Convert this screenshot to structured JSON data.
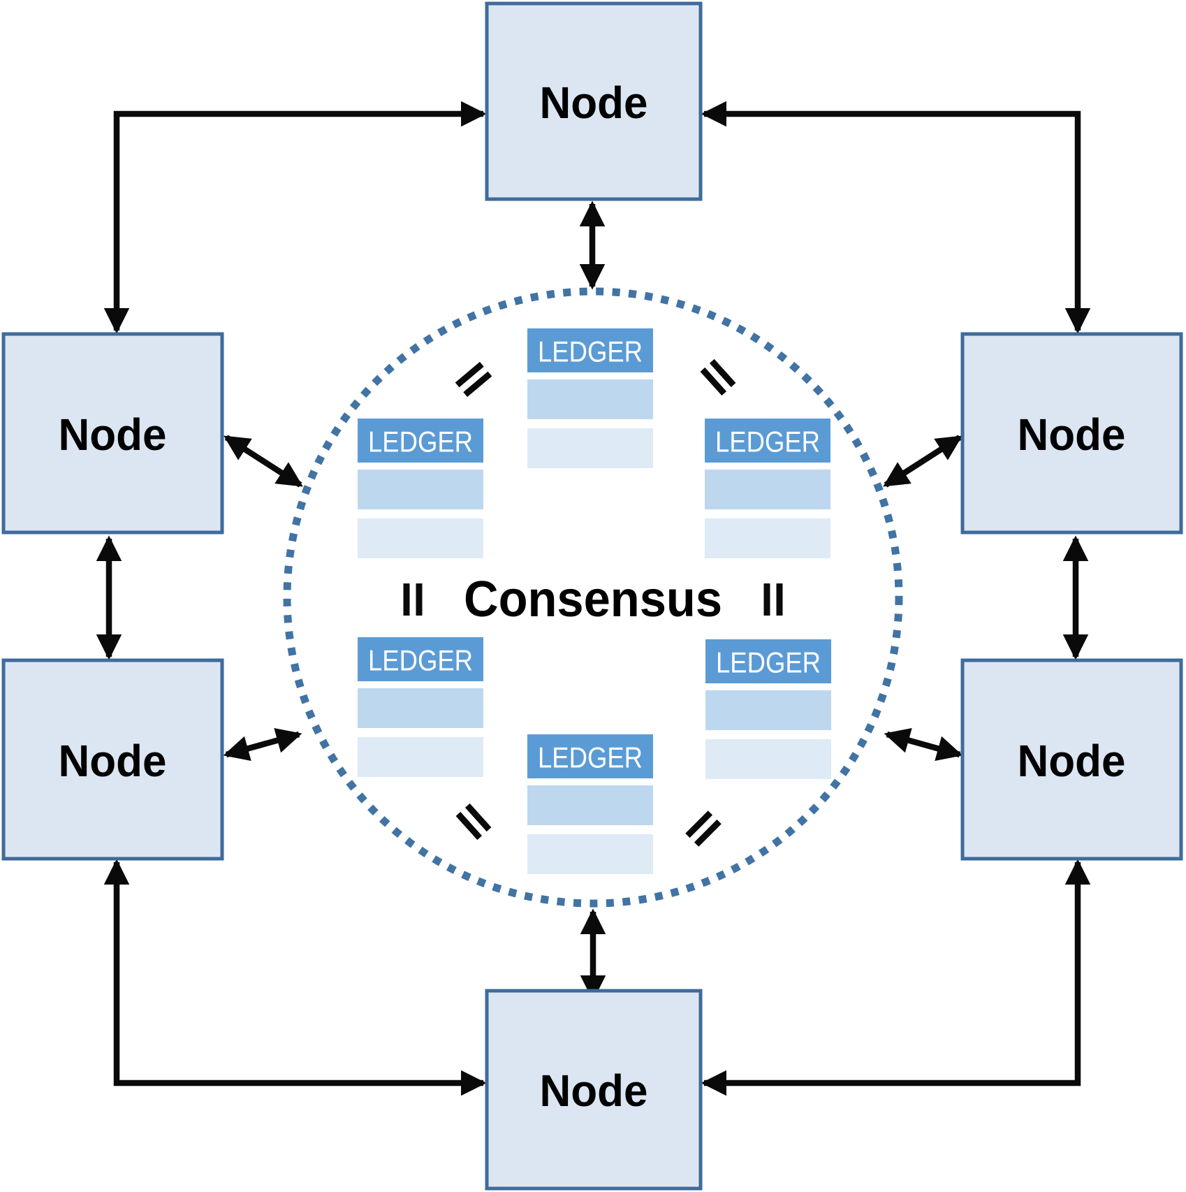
{
  "diagram": {
    "consensus_label": "Consensus",
    "nodes": [
      {
        "id": "top",
        "label": "Node"
      },
      {
        "id": "upper-left",
        "label": "Node"
      },
      {
        "id": "upper-right",
        "label": "Node"
      },
      {
        "id": "lower-left",
        "label": "Node"
      },
      {
        "id": "lower-right",
        "label": "Node"
      },
      {
        "id": "bottom",
        "label": "Node"
      }
    ],
    "ledgers": [
      {
        "id": "top-center",
        "label": "LEDGER"
      },
      {
        "id": "upper-left",
        "label": "LEDGER"
      },
      {
        "id": "upper-right",
        "label": "LEDGER"
      },
      {
        "id": "lower-left",
        "label": "LEDGER"
      },
      {
        "id": "lower-right",
        "label": "LEDGER"
      },
      {
        "id": "bottom-center",
        "label": "LEDGER"
      }
    ],
    "icons": {
      "equals": "=",
      "double_arrow": "↔"
    },
    "counts": {
      "nodes": 6,
      "ledgers": 6,
      "equals_marks": 6
    },
    "colors": {
      "node_fill": "#dce6f2",
      "node_border": "#3e6b9b",
      "ledger_header": "#5b9bd5",
      "ledger_row1": "#bdd7ee",
      "ledger_row2": "#deeaf6",
      "ledger_text": "#ffffff",
      "circle_dots": "#4173a4",
      "arrow": "#0a0a0a",
      "label_text": "#000000"
    }
  }
}
